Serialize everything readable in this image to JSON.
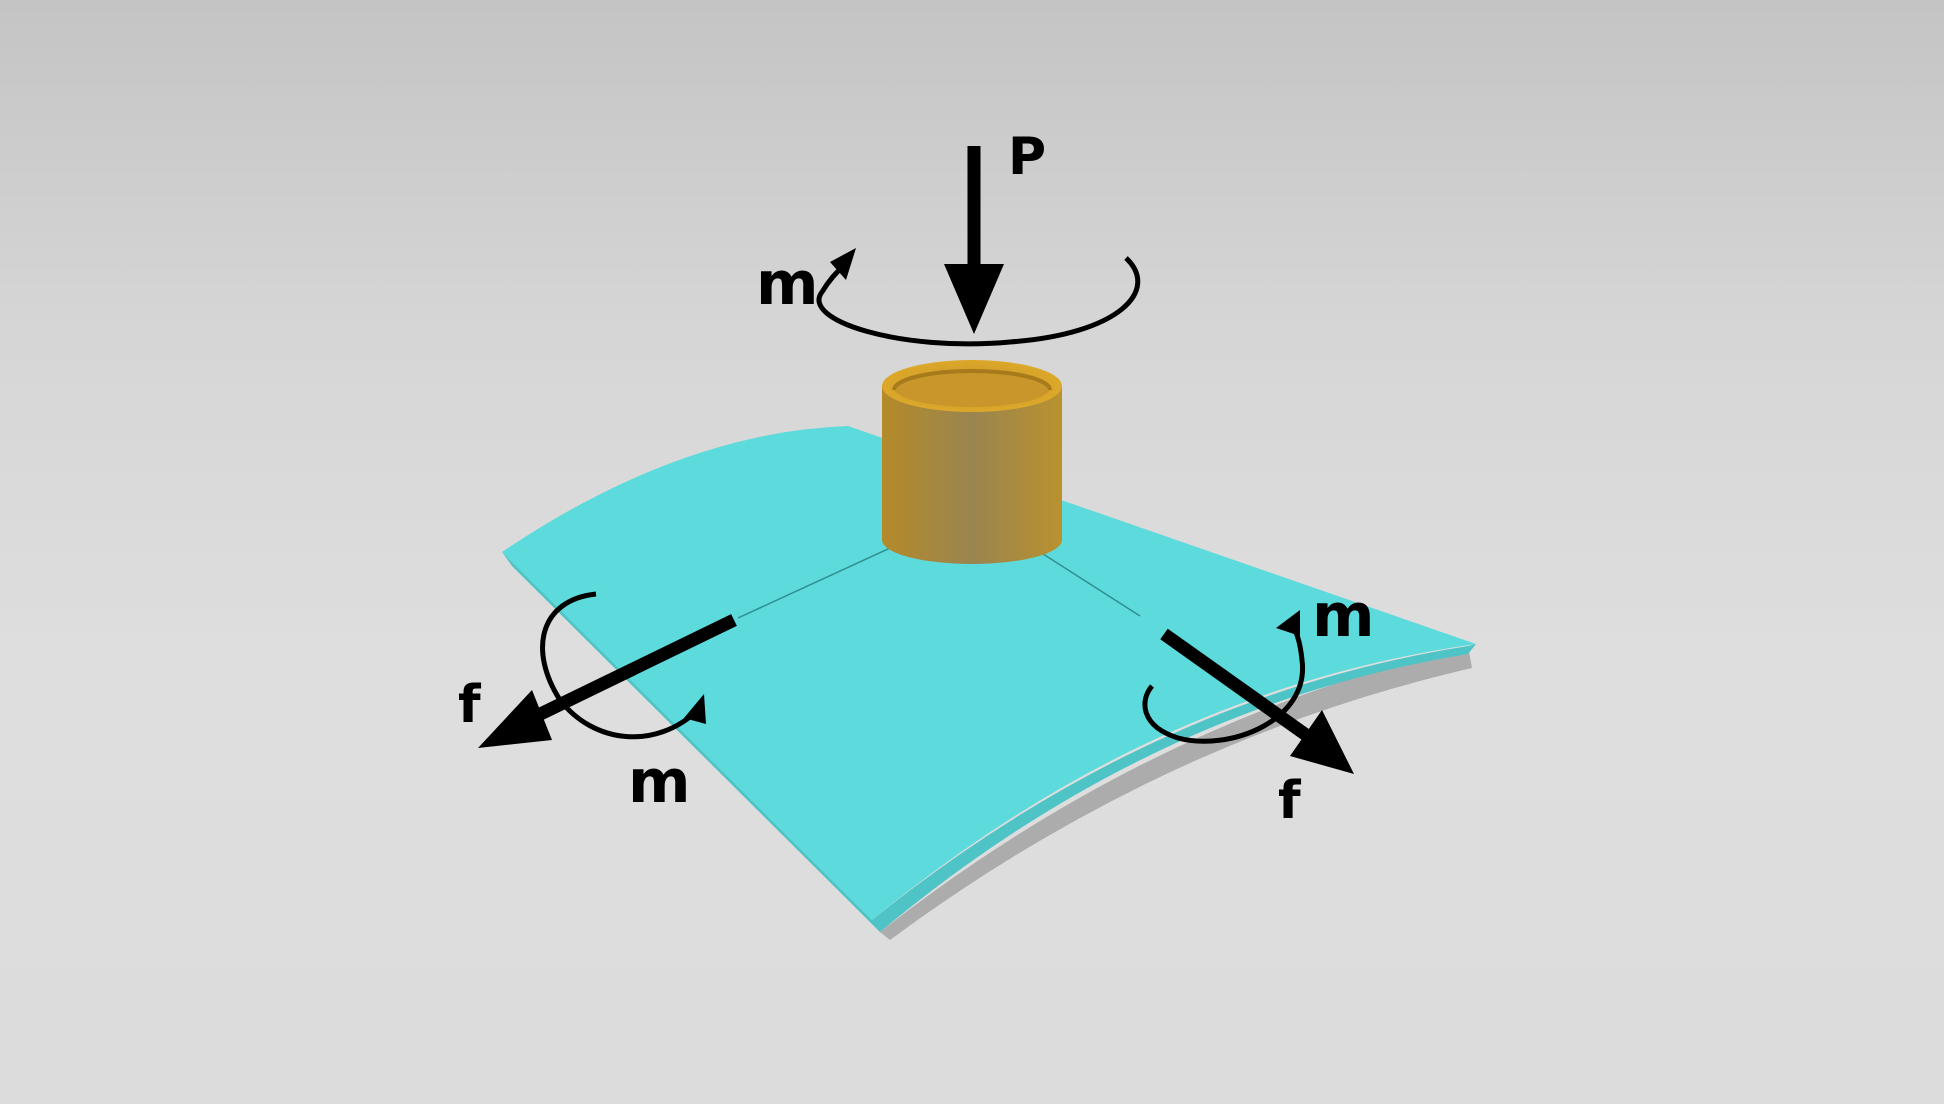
{
  "labels": {
    "axial_force": "P",
    "torsion_moment": "m",
    "left_force": "f",
    "left_moment": "m",
    "right_force": "f",
    "right_moment": "m"
  },
  "colors": {
    "shell": "#5ed9da",
    "shell_edge": "#4cc2c4",
    "shell_shadow": "#a9a9a9",
    "nozzle_outer": "#9a8550",
    "nozzle_rim": "#d19f1e",
    "nozzle_inner": "#c89a2c",
    "arrows": "#000000"
  }
}
